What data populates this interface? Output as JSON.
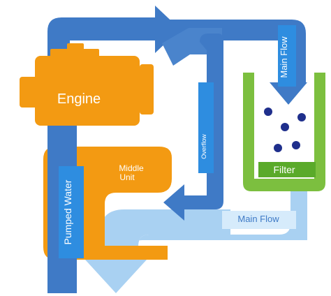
{
  "labels": {
    "engine": "Engine",
    "middle_unit_line1": "Middle",
    "middle_unit_line2": "Unit",
    "pumped_water": "Pumped Water",
    "overflow": "Overflow",
    "main_flow_top": "Main Flow",
    "main_flow_bottom": "Main Flow",
    "filter": "Filter"
  },
  "colors": {
    "dark_blue": "#3f7ac6",
    "mid_blue": "#2e8de0",
    "label_blue": "#1e74cf",
    "light_blue": "#a9d1f2",
    "light_label": "#d6ebfb",
    "orange": "#f39a12",
    "green": "#7cbf3f",
    "filter_green": "#5aaa2a",
    "navy": "#1f2f8c",
    "white": "#ffffff"
  },
  "icons": [
    "engine-icon",
    "filter-particle-icon"
  ]
}
